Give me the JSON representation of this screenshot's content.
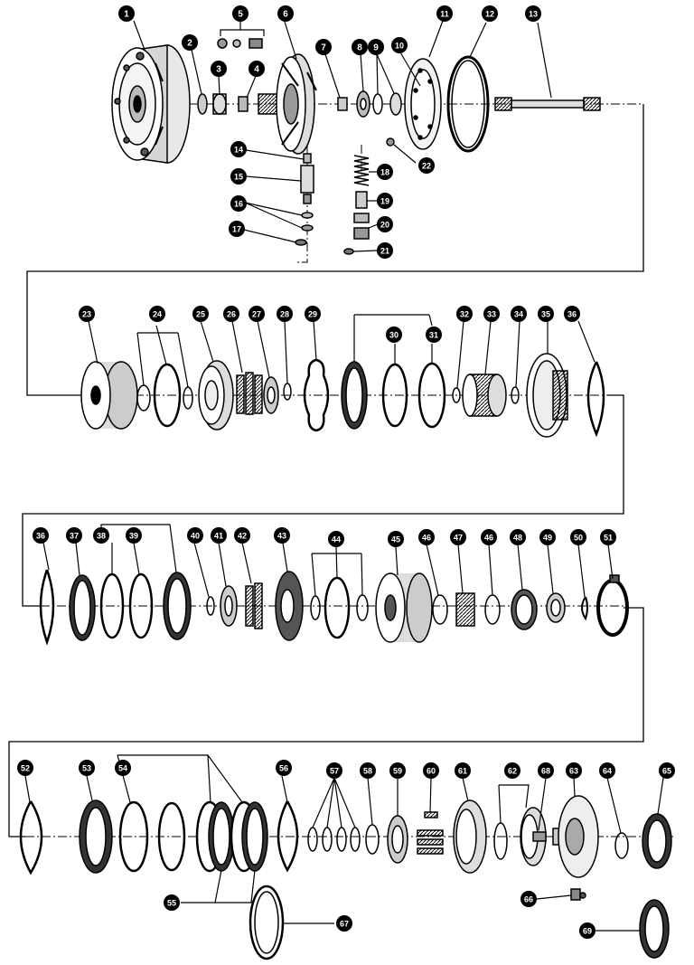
{
  "diagram": {
    "callouts": [
      {
        "id": "c1",
        "label": "1"
      },
      {
        "id": "c2",
        "label": "2"
      },
      {
        "id": "c3",
        "label": "3"
      },
      {
        "id": "c4",
        "label": "4"
      },
      {
        "id": "c5",
        "label": "5"
      },
      {
        "id": "c6",
        "label": "6"
      },
      {
        "id": "c7",
        "label": "7"
      },
      {
        "id": "c8",
        "label": "8"
      },
      {
        "id": "c9",
        "label": "9"
      },
      {
        "id": "c10",
        "label": "10"
      },
      {
        "id": "c11",
        "label": "11"
      },
      {
        "id": "c12",
        "label": "12"
      },
      {
        "id": "c13",
        "label": "13"
      },
      {
        "id": "c14",
        "label": "14"
      },
      {
        "id": "c15",
        "label": "15"
      },
      {
        "id": "c16",
        "label": "16"
      },
      {
        "id": "c17",
        "label": "17"
      },
      {
        "id": "c18",
        "label": "18"
      },
      {
        "id": "c19",
        "label": "19"
      },
      {
        "id": "c20",
        "label": "20"
      },
      {
        "id": "c21",
        "label": "21"
      },
      {
        "id": "c22",
        "label": "22"
      },
      {
        "id": "c23",
        "label": "23"
      },
      {
        "id": "c24",
        "label": "24"
      },
      {
        "id": "c25",
        "label": "25"
      },
      {
        "id": "c26",
        "label": "26"
      },
      {
        "id": "c27",
        "label": "27"
      },
      {
        "id": "c28",
        "label": "28"
      },
      {
        "id": "c29",
        "label": "29"
      },
      {
        "id": "c30",
        "label": "30"
      },
      {
        "id": "c31",
        "label": "31"
      },
      {
        "id": "c32",
        "label": "32"
      },
      {
        "id": "c33",
        "label": "33"
      },
      {
        "id": "c34",
        "label": "34"
      },
      {
        "id": "c35",
        "label": "35"
      },
      {
        "id": "c36a",
        "label": "36"
      },
      {
        "id": "c36b",
        "label": "36"
      },
      {
        "id": "c37",
        "label": "37"
      },
      {
        "id": "c38",
        "label": "38"
      },
      {
        "id": "c39",
        "label": "39"
      },
      {
        "id": "c40",
        "label": "40"
      },
      {
        "id": "c41",
        "label": "41"
      },
      {
        "id": "c42",
        "label": "42"
      },
      {
        "id": "c43",
        "label": "43"
      },
      {
        "id": "c44",
        "label": "44"
      },
      {
        "id": "c45",
        "label": "45"
      },
      {
        "id": "c46a",
        "label": "46"
      },
      {
        "id": "c47",
        "label": "47"
      },
      {
        "id": "c46b",
        "label": "46"
      },
      {
        "id": "c48",
        "label": "48"
      },
      {
        "id": "c49",
        "label": "49"
      },
      {
        "id": "c50",
        "label": "50"
      },
      {
        "id": "c51",
        "label": "51"
      },
      {
        "id": "c52",
        "label": "52"
      },
      {
        "id": "c53",
        "label": "53"
      },
      {
        "id": "c54",
        "label": "54"
      },
      {
        "id": "c55",
        "label": "55"
      },
      {
        "id": "c56",
        "label": "56"
      },
      {
        "id": "c57",
        "label": "57"
      },
      {
        "id": "c58",
        "label": "58"
      },
      {
        "id": "c59",
        "label": "59"
      },
      {
        "id": "c60",
        "label": "60"
      },
      {
        "id": "c61",
        "label": "61"
      },
      {
        "id": "c62",
        "label": "62"
      },
      {
        "id": "c68",
        "label": "68"
      },
      {
        "id": "c63",
        "label": "63"
      },
      {
        "id": "c64",
        "label": "64"
      },
      {
        "id": "c65",
        "label": "65"
      },
      {
        "id": "c66",
        "label": "66"
      },
      {
        "id": "c67",
        "label": "67"
      },
      {
        "id": "c69",
        "label": "69"
      }
    ]
  }
}
